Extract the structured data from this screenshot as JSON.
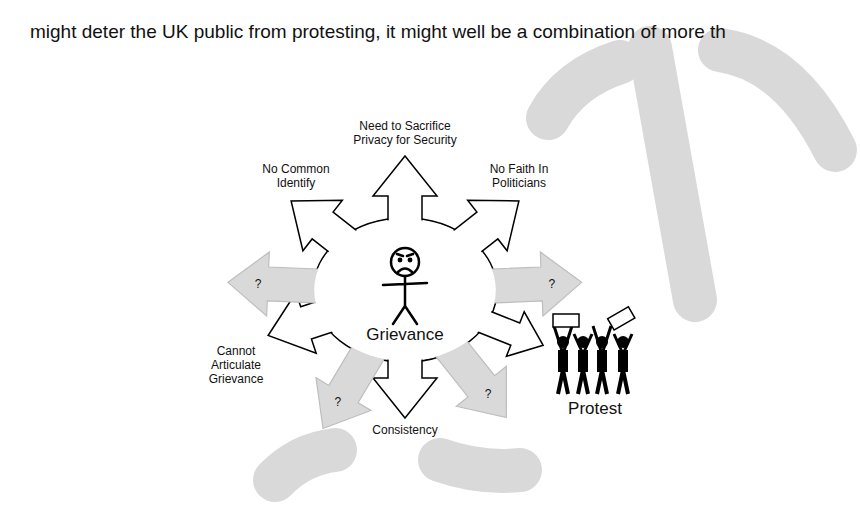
{
  "diagram": {
    "nodes": [
      {
        "text": [
          "Grievance"
        ]
      },
      {
        "text": [
          "?"
        ]
      },
      {
        "text": [
          "?"
        ]
      },
      {
        "text": [
          "?"
        ]
      },
      {
        "text": [
          "?"
        ]
      },
      {
        "text": [
          "Protest"
        ]
      }
    ],
    "edges": [
      {
        "from": 0,
        "to": 5,
        "arrow": "to"
      }
    ],
    "labels": [
      "might deter the UK public from protesting, it might well be a combination of more th",
      "Need to Sacrifice Privacy for Security",
      "No Common Identify",
      "No Faith In Politicians",
      "Cannot Articulate Grievance",
      "Consistency"
    ]
  }
}
